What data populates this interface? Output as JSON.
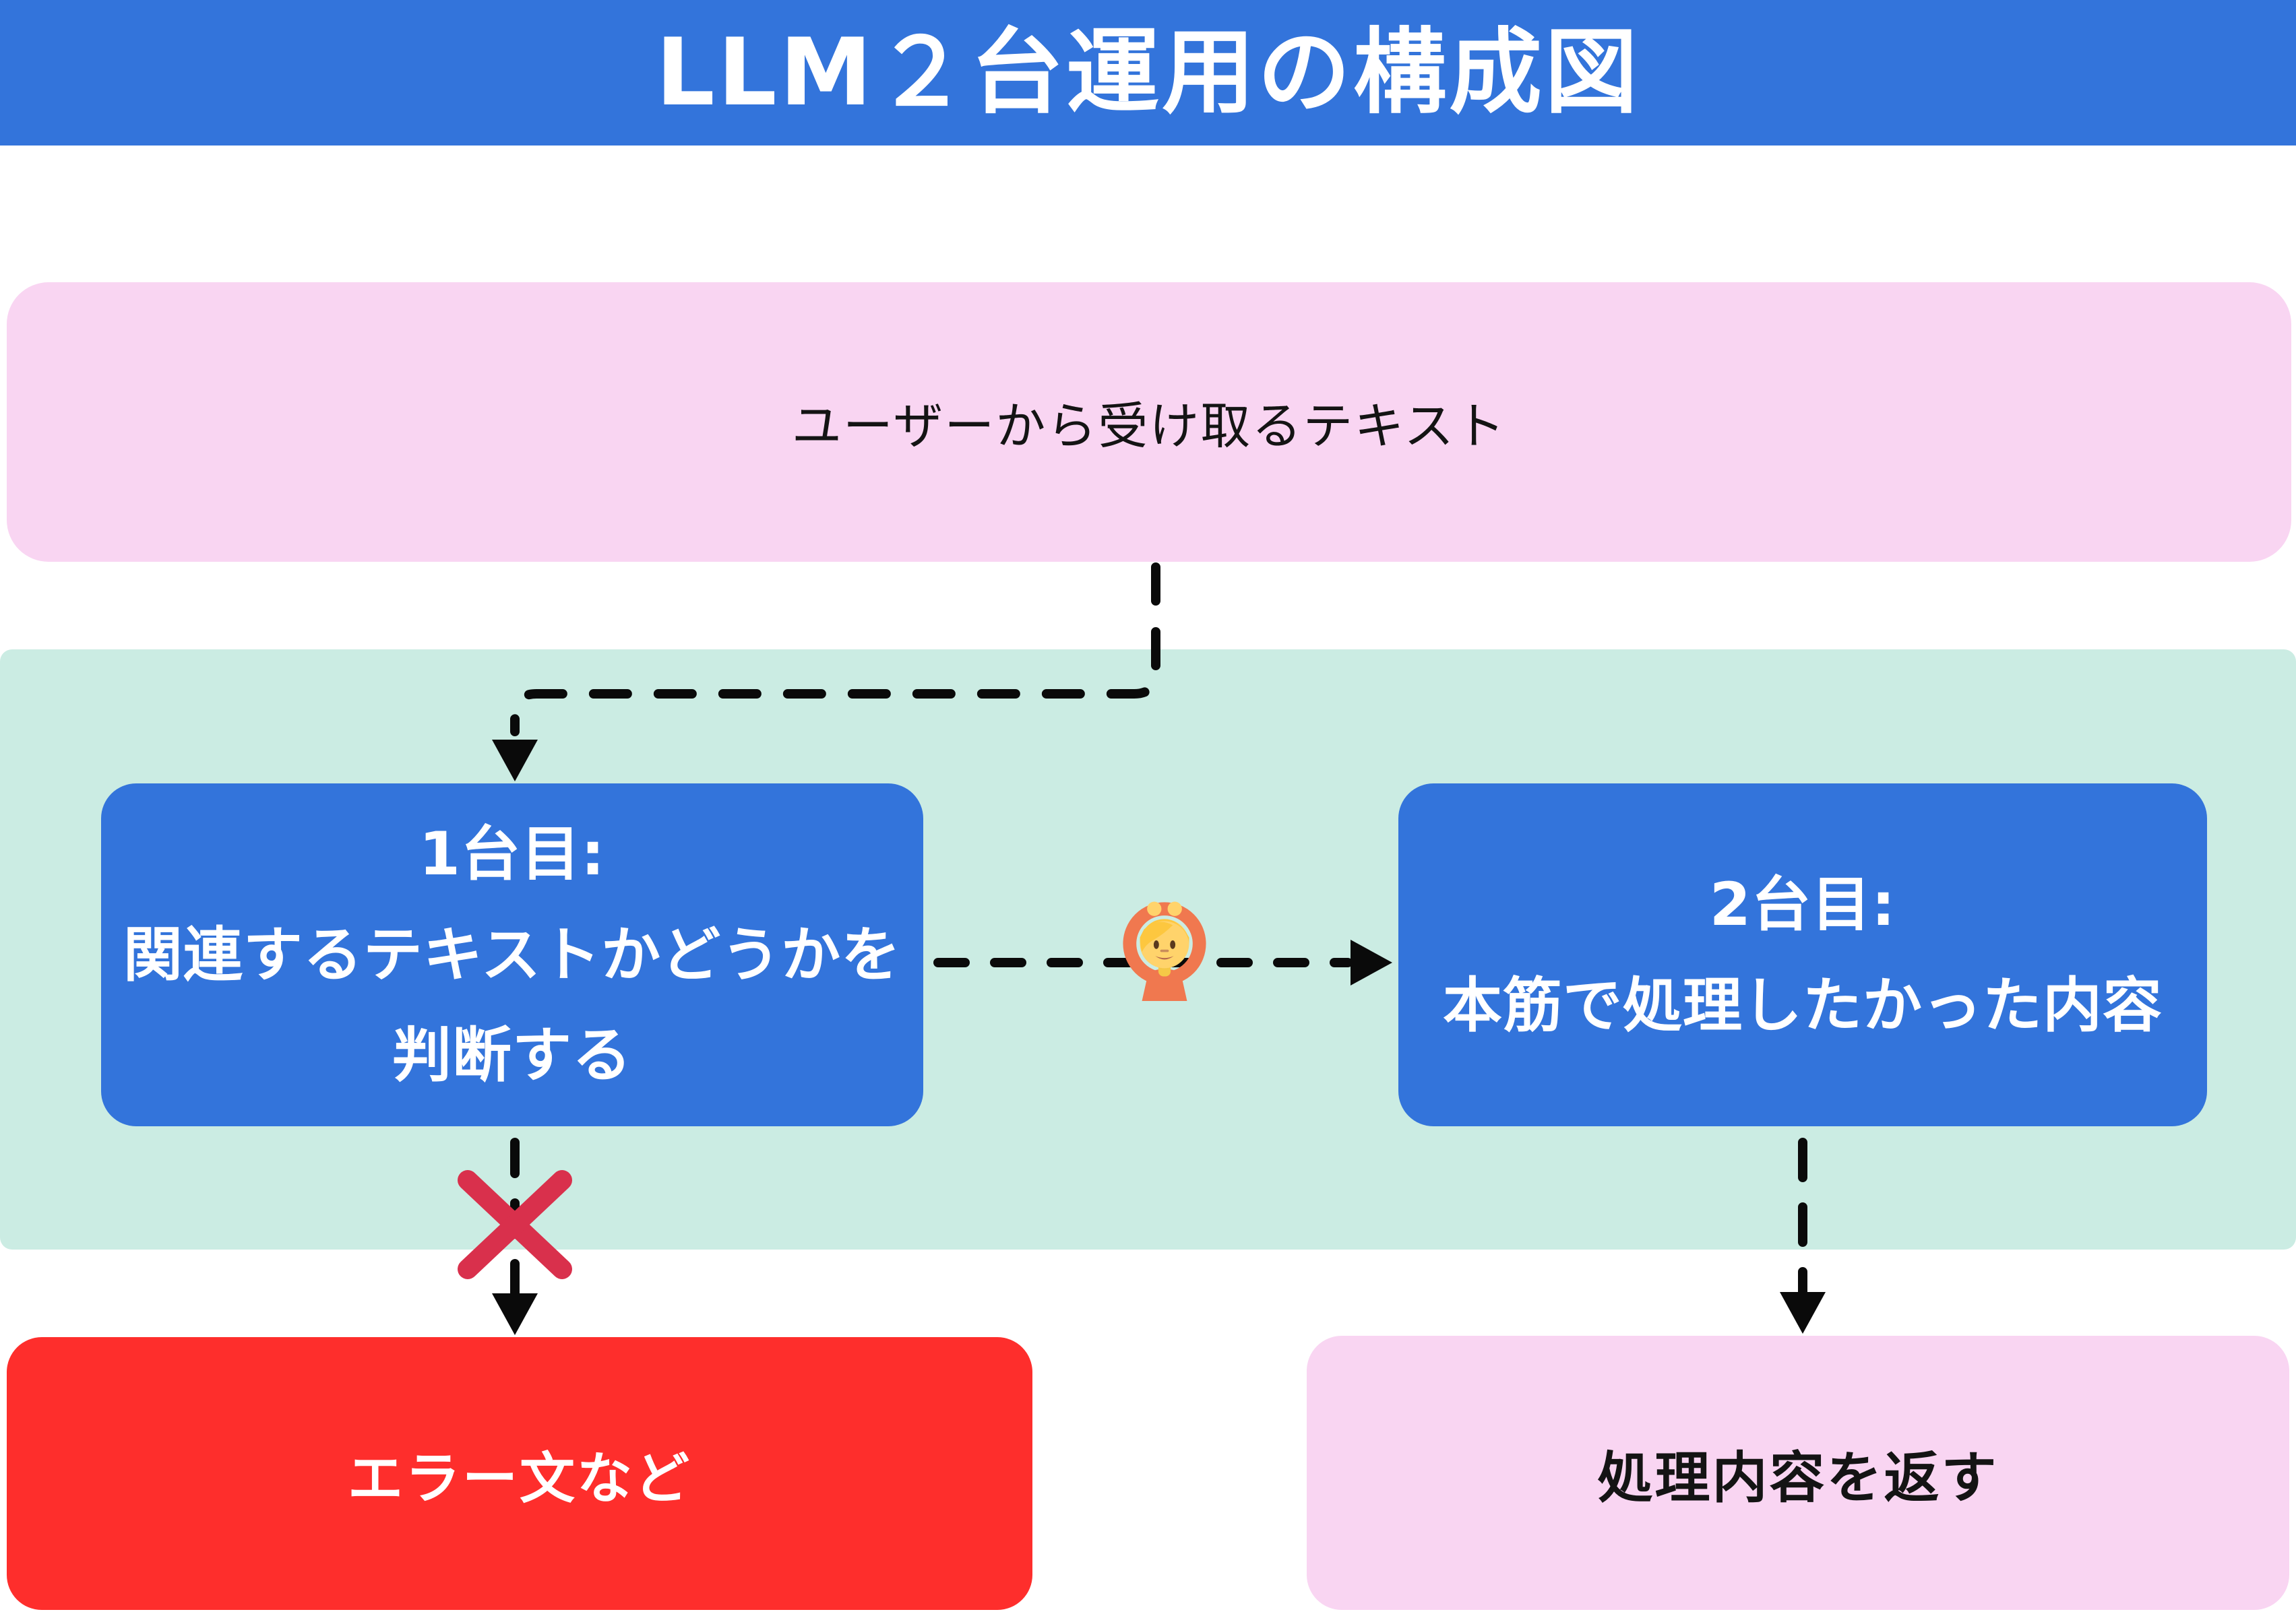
{
  "header": {
    "title": "LLM２台運用の構成図"
  },
  "nodes": {
    "user_input": {
      "label": "ユーザーから受け取るテキスト"
    },
    "llm1": {
      "lines": [
        "1台目:",
        "関連するテキストかどうかを",
        "判断する"
      ]
    },
    "llm2": {
      "lines": [
        "2台目:",
        "本筋で処理したかった内容"
      ]
    },
    "error_output": {
      "label": "エラー文など"
    },
    "result_output": {
      "label": "処理内容を返す"
    }
  },
  "icons": {
    "ok_gesture_emoji": "person-gesturing-ok-emoji",
    "reject_cross": "cross-mark-reject"
  },
  "colors": {
    "header_blue": "#3374DB",
    "node_blue": "#3374DB",
    "pink": "#F9D5F2",
    "teal_band": "#CBECE3",
    "error_red": "#FE2E2C",
    "cross_red": "#D9304C",
    "connector_black": "#0A0A0A",
    "text_dark": "#141414",
    "text_white": "#FFFFFF"
  }
}
